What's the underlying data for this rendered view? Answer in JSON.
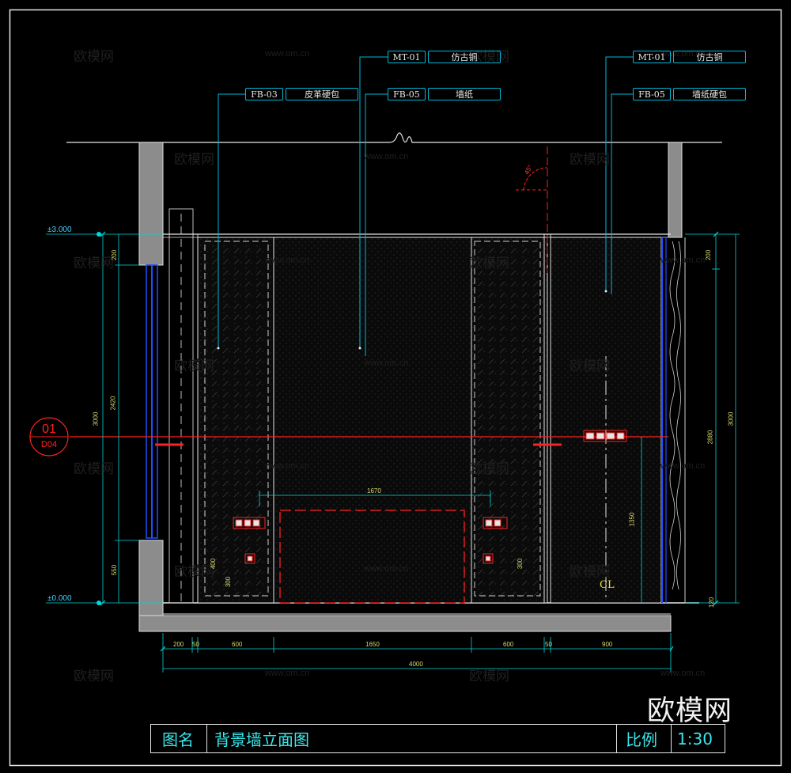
{
  "watermark": {
    "logo": "欧模网",
    "url": "www.om.cn"
  },
  "brand_logo": "欧模网",
  "material_tags": [
    {
      "code": "MT-01",
      "name": "仿古铜"
    },
    {
      "code": "FB-05",
      "name": "墙纸"
    },
    {
      "code": "FB-03",
      "name": "皮革硬包"
    },
    {
      "code": "MT-01",
      "name": "仿古铜"
    },
    {
      "code": "FB-05",
      "name": "墙纸硬包"
    }
  ],
  "levels": {
    "top": "±3.000",
    "bottom": "±0.000"
  },
  "section_marker": {
    "number": "01",
    "sheet": "D04"
  },
  "dimensions": {
    "bottom_row": [
      "200",
      "50",
      "600",
      "1650",
      "600",
      "50",
      "900"
    ],
    "overall": "4000",
    "inner_width": "1670",
    "left_vertical": [
      "200",
      "2420",
      "3000",
      "550"
    ],
    "right_vertical": [
      "200",
      "2880",
      "3000",
      "120"
    ],
    "right_inner": "1350",
    "small_left": [
      "400",
      "300"
    ],
    "small_right": [
      "300"
    ],
    "angle": "45°"
  },
  "centerline_mark": "CL",
  "title_block": {
    "name_label": "图名",
    "name_value": "背景墙立面图",
    "scale_label": "比例",
    "scale_value": "1:30"
  }
}
